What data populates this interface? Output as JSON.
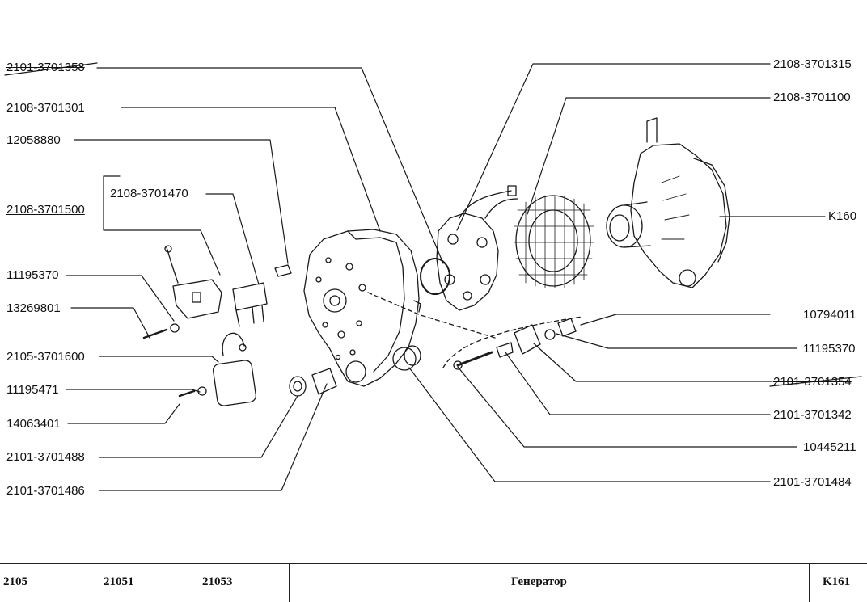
{
  "labels": {
    "l1": "2101-3701358",
    "l2": "2108-3701301",
    "l3": "12058880",
    "l4": "2108-3701470",
    "l5": "2108-3701500",
    "l6": "11195370",
    "l7": "13269801",
    "l8": "2105-3701600",
    "l9": "11195471",
    "l10": "14063401",
    "l11": "2101-3701488",
    "l12": "2101-3701486",
    "r1": "2108-3701315",
    "r2": "2108-3701100",
    "r3": "K160",
    "r4": "10794011",
    "r5": "11195370",
    "r6": "2101-3701354",
    "r7": "2101-3701342",
    "r8": "10445211",
    "r9": "2101-3701484"
  },
  "footer": {
    "model1": "2105",
    "model2": "21051",
    "model3": "21053",
    "title": "Генератор",
    "code": "K161"
  }
}
